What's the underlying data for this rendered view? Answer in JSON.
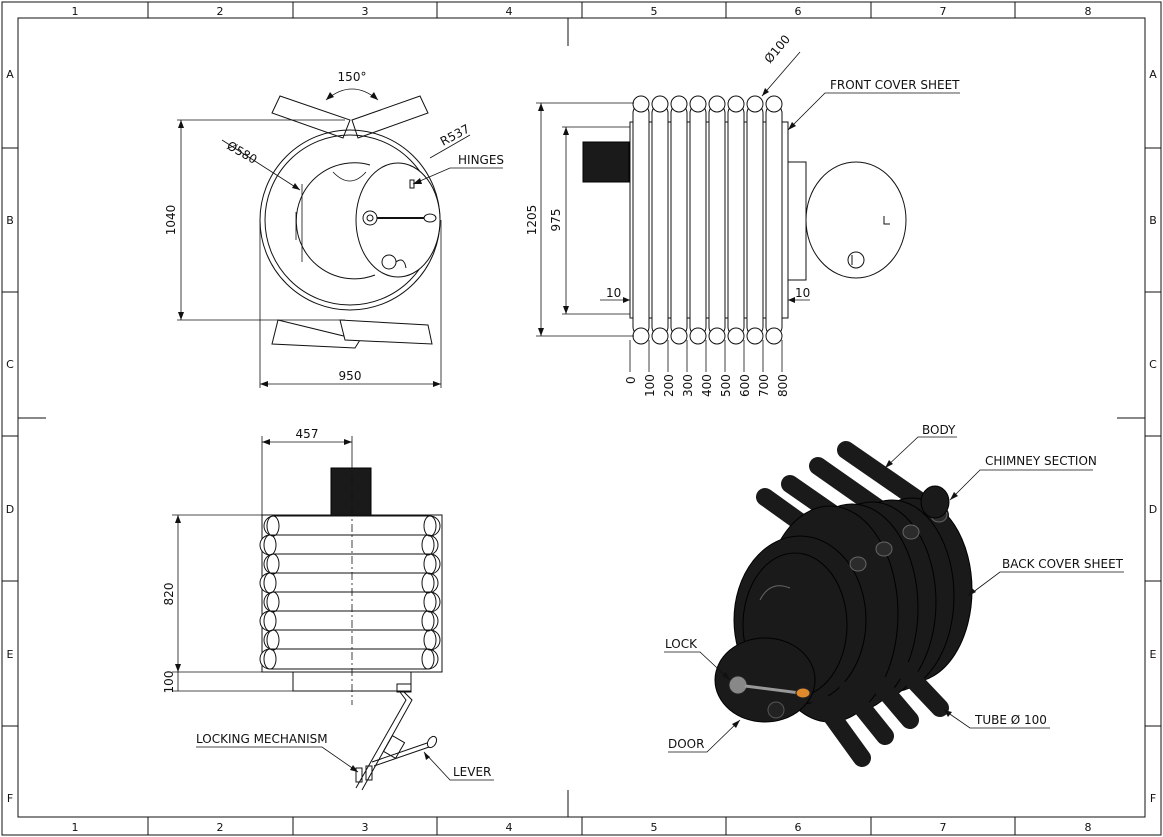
{
  "frame": {
    "columns": [
      "1",
      "2",
      "3",
      "4",
      "5",
      "6",
      "7",
      "8"
    ],
    "rows": [
      "A",
      "B",
      "C",
      "D",
      "E",
      "F"
    ]
  },
  "front_view": {
    "angle": "150°",
    "diameter": "Ø580",
    "radius": "R537",
    "hinges_label": "HINGES",
    "height": "1040",
    "width": "950"
  },
  "side_view": {
    "tube_diameter": "Ø100",
    "front_cover_label": "FRONT COVER SHEET",
    "overall_height": "1205",
    "inner_height": "975",
    "left_gap": "10",
    "right_gap": "10",
    "positions": [
      "0",
      "100",
      "200",
      "300",
      "400",
      "500",
      "600",
      "700",
      "800"
    ]
  },
  "top_view": {
    "offset": "457",
    "height": "820",
    "base": "100",
    "locking_label": "LOCKING MECHANISM",
    "lever_label": "LEVER"
  },
  "iso_view": {
    "body_label": "BODY",
    "chimney_label": "CHIMNEY SECTION",
    "back_cover_label": "BACK COVER SHEET",
    "lock_label": "LOCK",
    "door_label": "DOOR",
    "tube_label": "TUBE Ø 100"
  }
}
